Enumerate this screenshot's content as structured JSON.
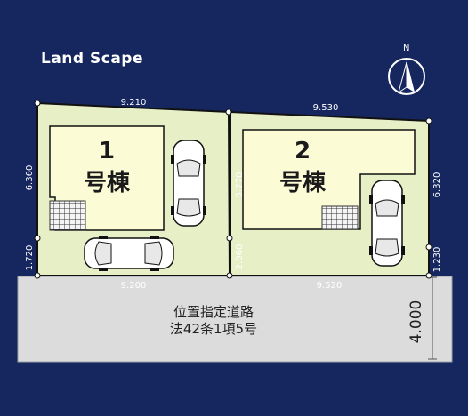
{
  "brand": "Land Scape",
  "compass": {
    "label": "N"
  },
  "lots": [
    {
      "number": "1",
      "label": "号棟"
    },
    {
      "number": "2",
      "label": "号棟"
    }
  ],
  "dimensions": {
    "lot1_top": "9.210",
    "lot1_left": "6.360",
    "lot1_left_lower": "1.720",
    "lot1_bottom": "9.200",
    "mid_upper": "5.770",
    "mid_lower": "2.060",
    "lot2_top": "9.530",
    "lot2_right": "6.320",
    "lot2_right_lower": "1.230",
    "lot2_bottom": "9.520"
  },
  "road": {
    "line1": "位置指定道路",
    "line2": "法42条1項5号",
    "width": "4.000"
  },
  "colors": {
    "background": "#16275f",
    "lot_fill": "#e6efc6",
    "building_fill": "#fbfbd6",
    "road_fill": "#dcdcdc"
  }
}
